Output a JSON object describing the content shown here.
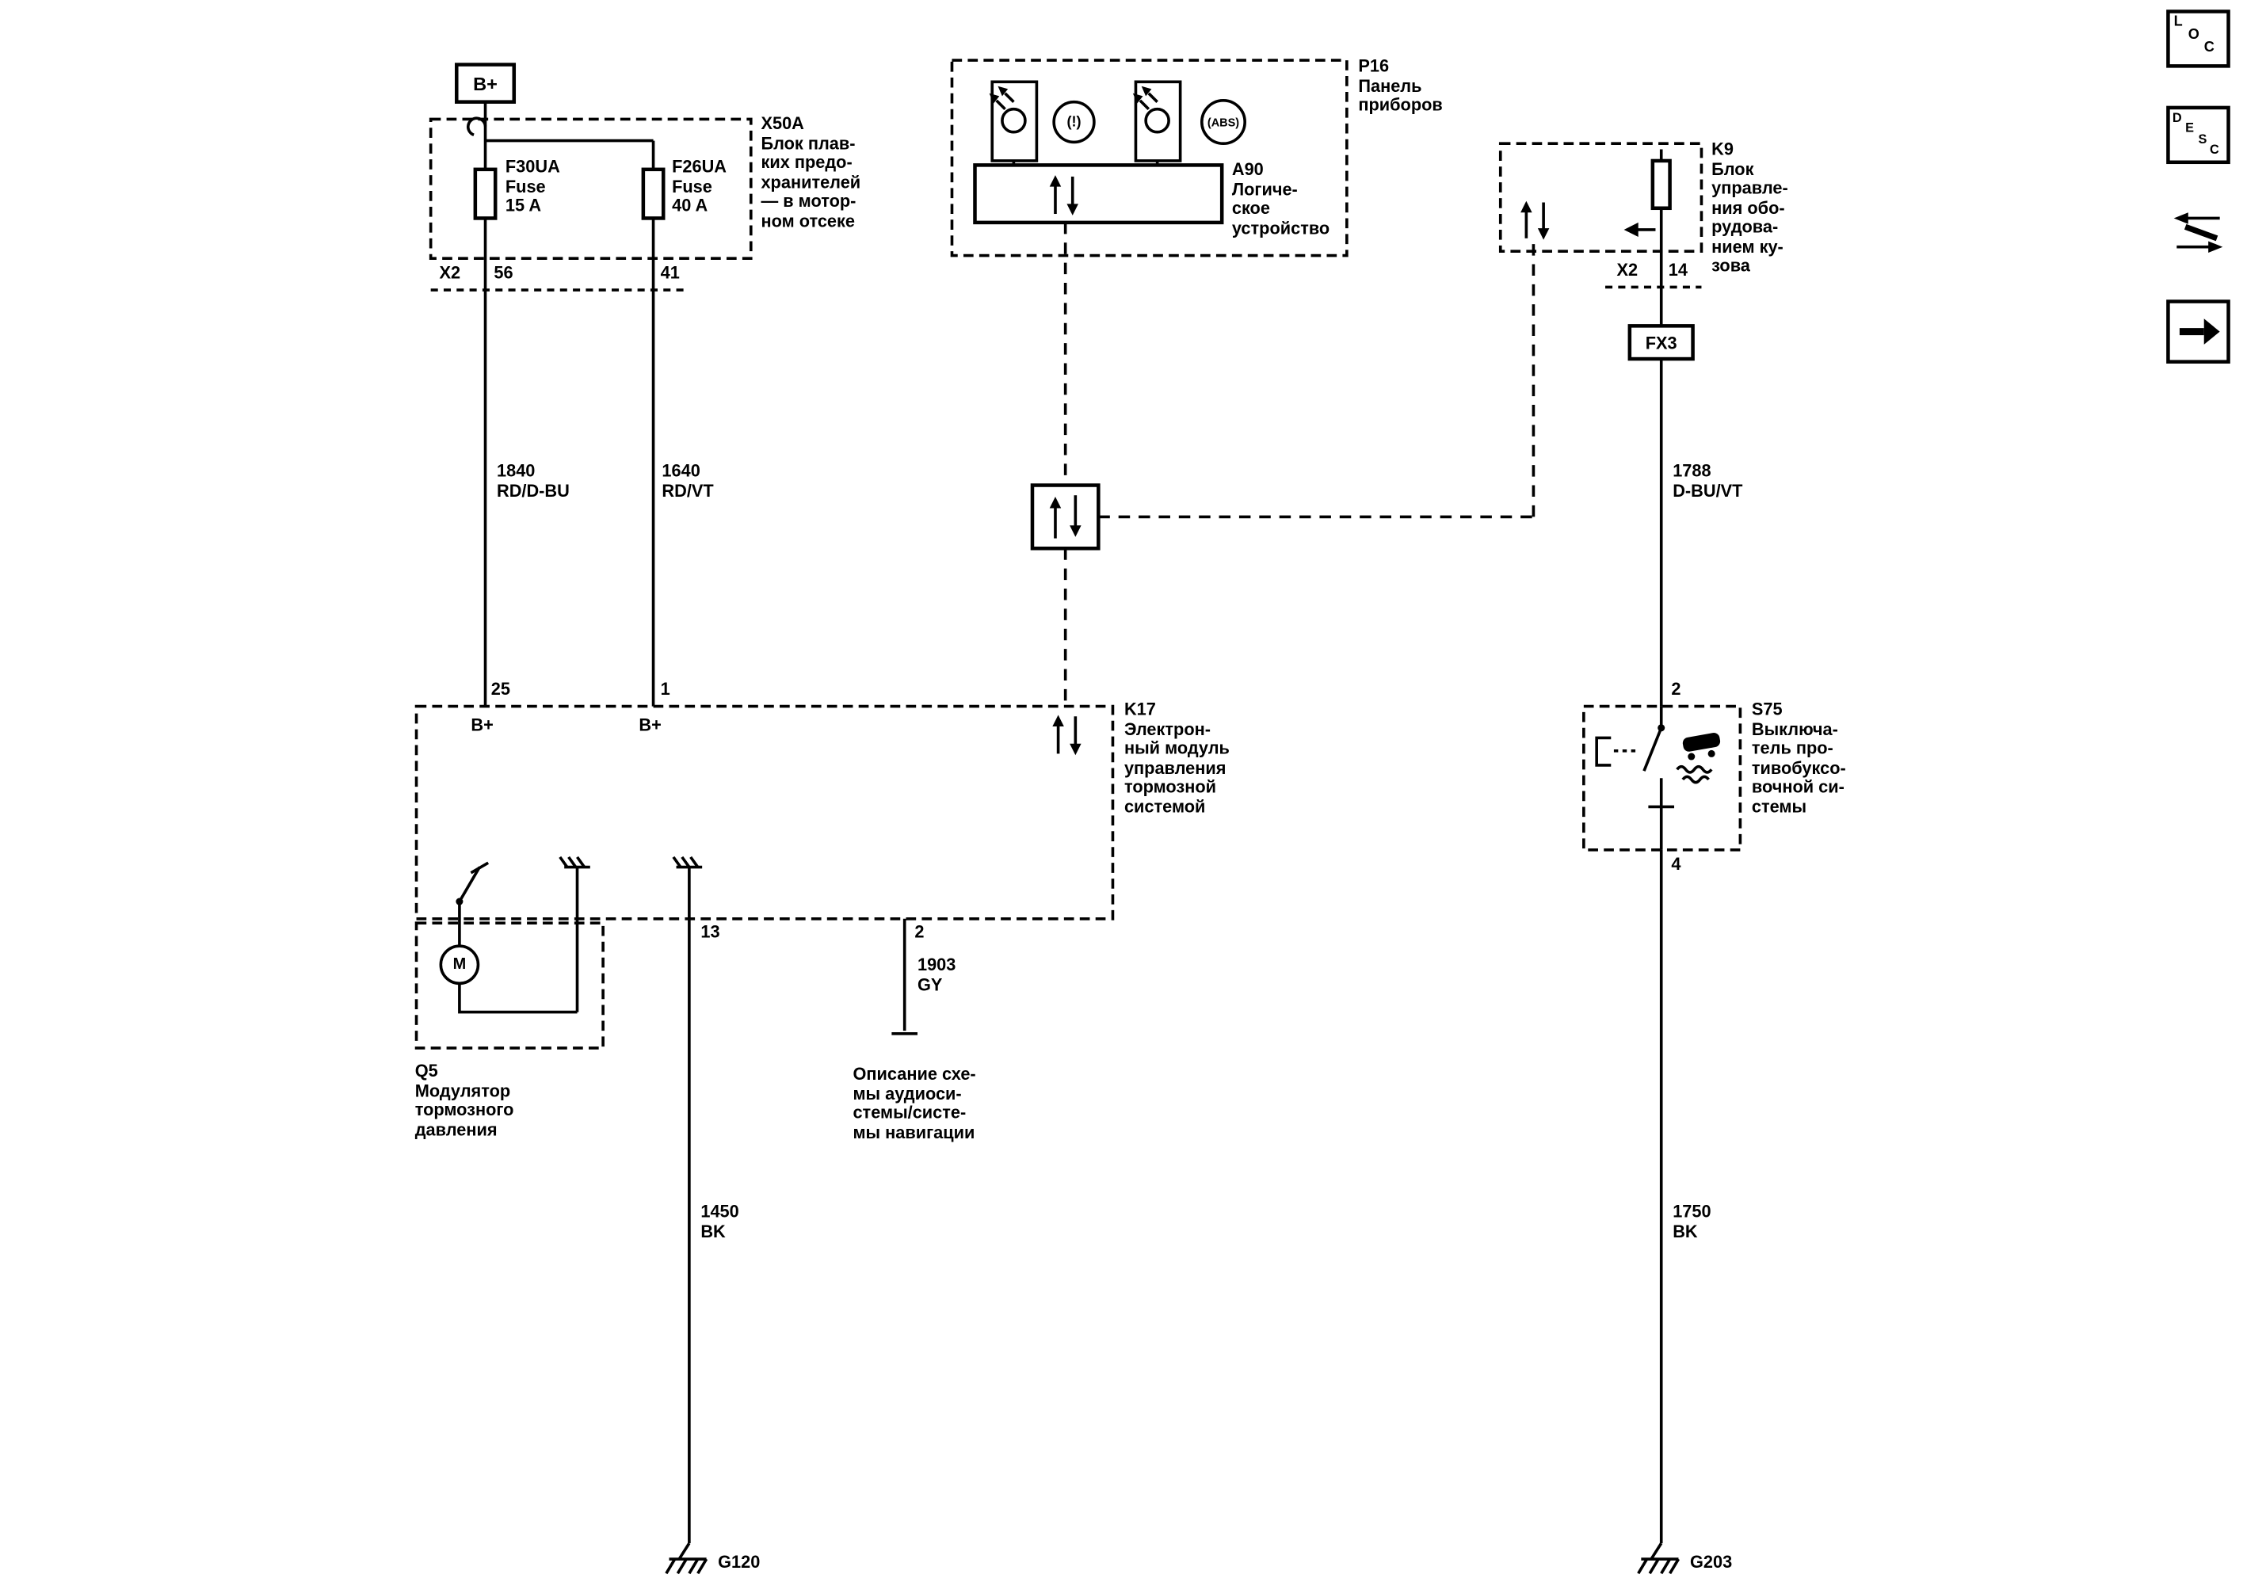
{
  "power": {
    "b_plus": "B+"
  },
  "x50a": {
    "label": [
      "X50A",
      "Блок плав-",
      "ких предо-",
      "хранителей",
      "— в мотор-",
      "ном отсеке"
    ],
    "fuse_left": [
      "F30UA",
      "Fuse",
      "15 A"
    ],
    "fuse_right": [
      "F26UA",
      "Fuse",
      "40 A"
    ],
    "connector": "X2",
    "pin_left": "56",
    "pin_right": "41"
  },
  "p16": {
    "label": [
      "P16",
      "Панель",
      "приборов"
    ],
    "brake_lamp": "(!)",
    "abs_lamp": "(ABS)",
    "a90": {
      "label": [
        "A90",
        "Логиче-",
        "ское",
        "устройство"
      ]
    }
  },
  "k9": {
    "label": [
      "K9",
      "Блок",
      "управле-",
      "ния обо-",
      "рудова-",
      "нием ку-",
      "зова"
    ],
    "connector": "X2",
    "pin": "14",
    "fx3": "FX3"
  },
  "k17": {
    "label": [
      "K17",
      "Электрон-",
      "ный модуль",
      "управления",
      "тормозной",
      "системой"
    ],
    "pin_25": "25",
    "pin_1": "1",
    "b_plus_left": "B+",
    "b_plus_right": "B+",
    "pin_13": "13",
    "pin_2": "2"
  },
  "q5": {
    "label": [
      "Q5",
      "Модулятор",
      "тормозного",
      "давления"
    ],
    "motor": "M"
  },
  "s75": {
    "label": [
      "S75",
      "Выключа-",
      "тель про-",
      "тивобуксо-",
      "вочной си-",
      "стемы"
    ],
    "pin_top": "2",
    "pin_bottom": "4"
  },
  "wires": {
    "w1840": [
      "1840",
      "RD/D-BU"
    ],
    "w1640": [
      "1640",
      "RD/VT"
    ],
    "w1788": [
      "1788",
      "D-BU/VT"
    ],
    "w1450": [
      "1450",
      "BK"
    ],
    "w1750": [
      "1750",
      "BK"
    ],
    "w1903": [
      "1903",
      "GY"
    ]
  },
  "audio_note": [
    "Описание схе-",
    "мы аудиоси-",
    "стемы/систе-",
    "мы навигации"
  ],
  "grounds": {
    "g120": "G120",
    "g203": "G203"
  },
  "nav": {
    "loc": [
      "L",
      "O",
      "C"
    ],
    "desc": [
      "D",
      "E",
      "S",
      "C"
    ]
  }
}
